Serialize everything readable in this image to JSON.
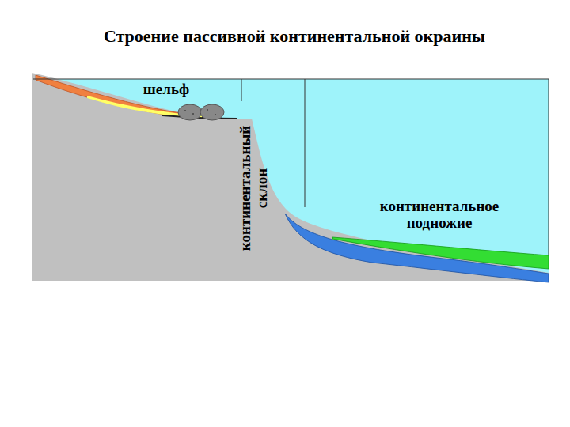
{
  "diagram": {
    "title": "Строение пассивной континентальной окраины",
    "labels": [
      "шельф",
      "континентальный склон",
      "континентальное подножие"
    ]
  }
}
